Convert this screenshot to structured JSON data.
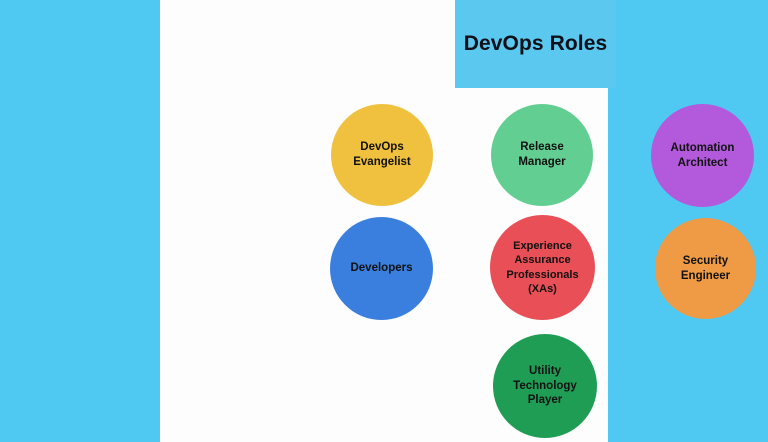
{
  "canvas": {
    "background_color": "#4fc8f2",
    "panel_color": "#fdfdfd"
  },
  "title": {
    "text": "DevOps Roles",
    "box_color": "#5bc8ef",
    "text_color": "#101018"
  },
  "roles": [
    {
      "id": "devops-evangelist",
      "label": "DevOps\nEvangelist",
      "color": "#efc13f",
      "row": 1,
      "column": 1
    },
    {
      "id": "release-manager",
      "label": "Release\nManager",
      "color": "#63ce92",
      "row": 1,
      "column": 2
    },
    {
      "id": "automation-architect",
      "label": "Automation\nArchitect",
      "color": "#b259dc",
      "row": 1,
      "column": 3
    },
    {
      "id": "developers",
      "label": "Developers",
      "color": "#3a7fdd",
      "row": 2,
      "column": 1
    },
    {
      "id": "experience-assurance-professionals",
      "label": "Experience\nAssurance\nProfessionals\n(XAs)",
      "color": "#e84f56",
      "row": 2,
      "column": 2
    },
    {
      "id": "security-engineer",
      "label": "Security\nEngineer",
      "color": "#ef9b45",
      "row": 2,
      "column": 3
    },
    {
      "id": "utility-technology-player",
      "label": "Utility\nTechnology\nPlayer",
      "color": "#1f9d55",
      "row": 3,
      "column": 2
    }
  ]
}
